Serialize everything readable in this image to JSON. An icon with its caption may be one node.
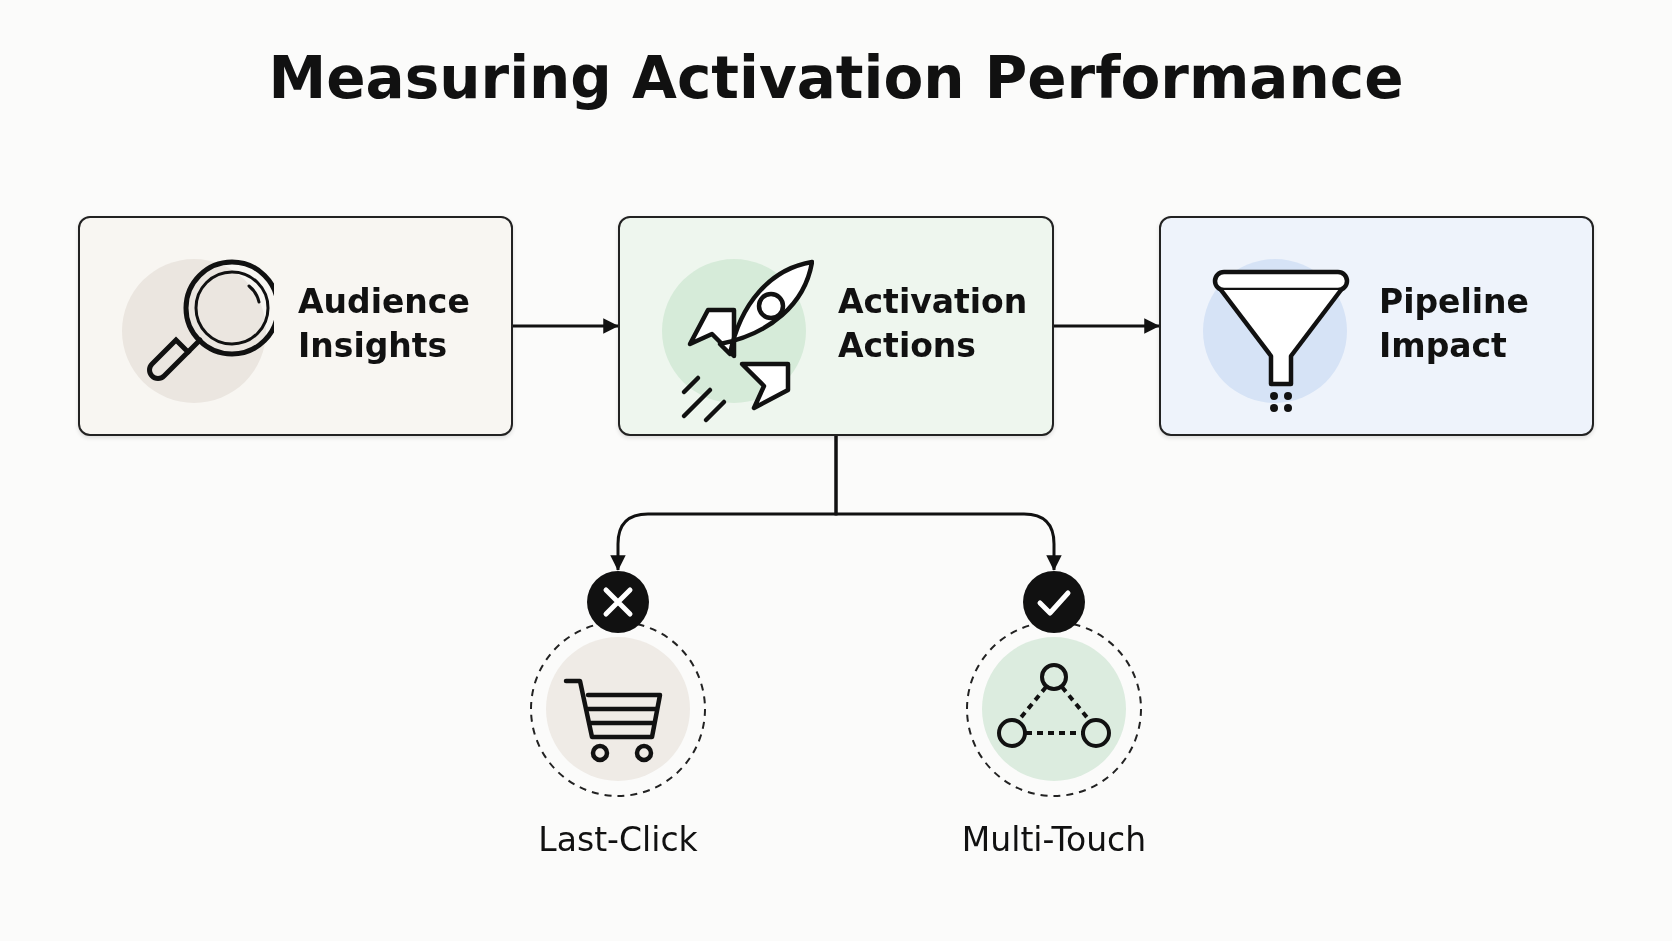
{
  "diagram": {
    "title": "Measuring Activation Performance",
    "nodes": [
      {
        "text": [
          "Audience Insights"
        ]
      },
      {
        "text": [
          "Activation Actions"
        ]
      },
      {
        "text": [
          "Pipeline Impact"
        ]
      },
      {
        "text": [
          "Last-Click"
        ]
      },
      {
        "text": [
          "Multi-Touch"
        ]
      }
    ],
    "edges": [
      {
        "from": 0,
        "to": 1,
        "arrow": "to"
      },
      {
        "from": 1,
        "to": 2,
        "arrow": "to"
      },
      {
        "from": 1,
        "to": 3,
        "arrow": "to"
      },
      {
        "from": 1,
        "to": 4,
        "arrow": "to"
      }
    ]
  }
}
